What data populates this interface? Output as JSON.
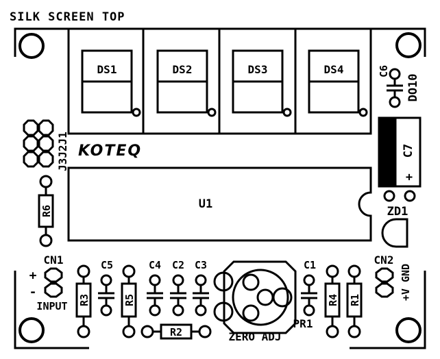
{
  "title": "SILK SCREEN TOP",
  "logo": "KOTEQ",
  "displays": [
    "DS1",
    "DS2",
    "DS3",
    "DS4"
  ],
  "ic": "U1",
  "resistors": {
    "r1": "R1",
    "r2": "R2",
    "r3": "R3",
    "r4": "R4",
    "r5": "R5",
    "r6": "R6"
  },
  "capacitors": {
    "c1": "C1",
    "c2": "C2",
    "c3": "C3",
    "c4": "C4",
    "c5": "C5",
    "c6": "C6",
    "c7": "C7"
  },
  "diodes": {
    "do10": "DO10",
    "zd1": "ZD1"
  },
  "jumpers": "J3J2J1",
  "connectors": {
    "cn1": "CN1",
    "cn1_plus": "+",
    "cn1_minus": "-",
    "cn1_input": "INPUT",
    "cn2": "CN2",
    "cn2_pins": "+V GND"
  },
  "c7_plus": "+",
  "trimmer": {
    "ref": "PR1",
    "caption": "ZERO ADJ"
  }
}
